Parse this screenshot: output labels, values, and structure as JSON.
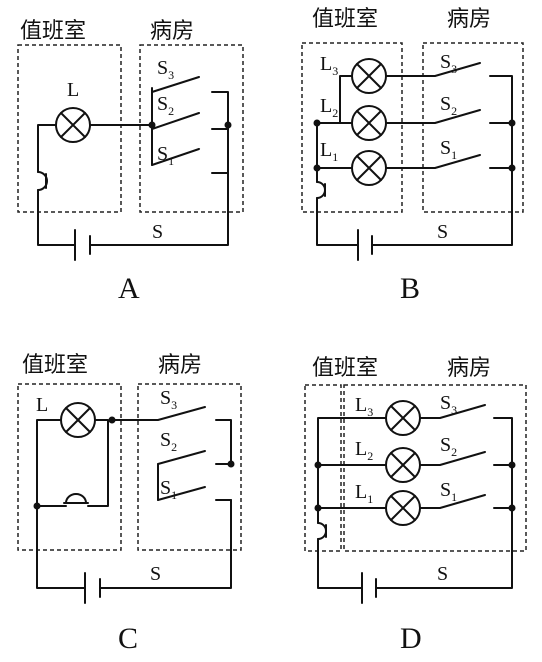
{
  "rooms": {
    "duty": "值班室",
    "ward": "病房"
  },
  "labels": {
    "lamp": "L",
    "switch": "S",
    "sub1": "1",
    "sub2": "2",
    "sub3": "3"
  },
  "panels": [
    "A",
    "B",
    "C",
    "D"
  ]
}
